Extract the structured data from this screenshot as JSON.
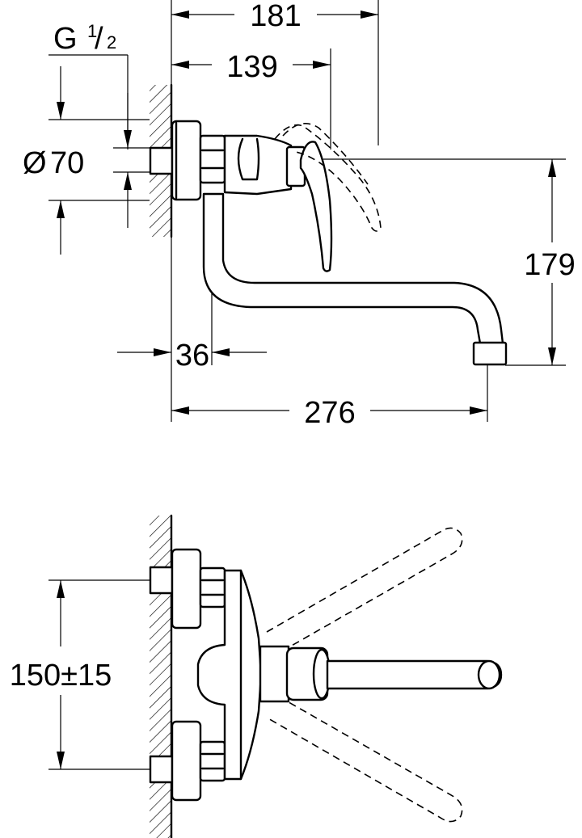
{
  "side_view": {
    "dimensions": {
      "total_length": "181",
      "lever_reach": "139",
      "diameter_symbol": "Ø",
      "diameter_value": "70",
      "thread_prefix": "G",
      "thread_numerator": "1",
      "thread_slash": "/",
      "thread_denominator": "2",
      "spout_height": "179",
      "spout_offset": "36",
      "spout_reach": "276"
    }
  },
  "top_view": {
    "dimensions": {
      "center_distance": "150±15"
    }
  }
}
